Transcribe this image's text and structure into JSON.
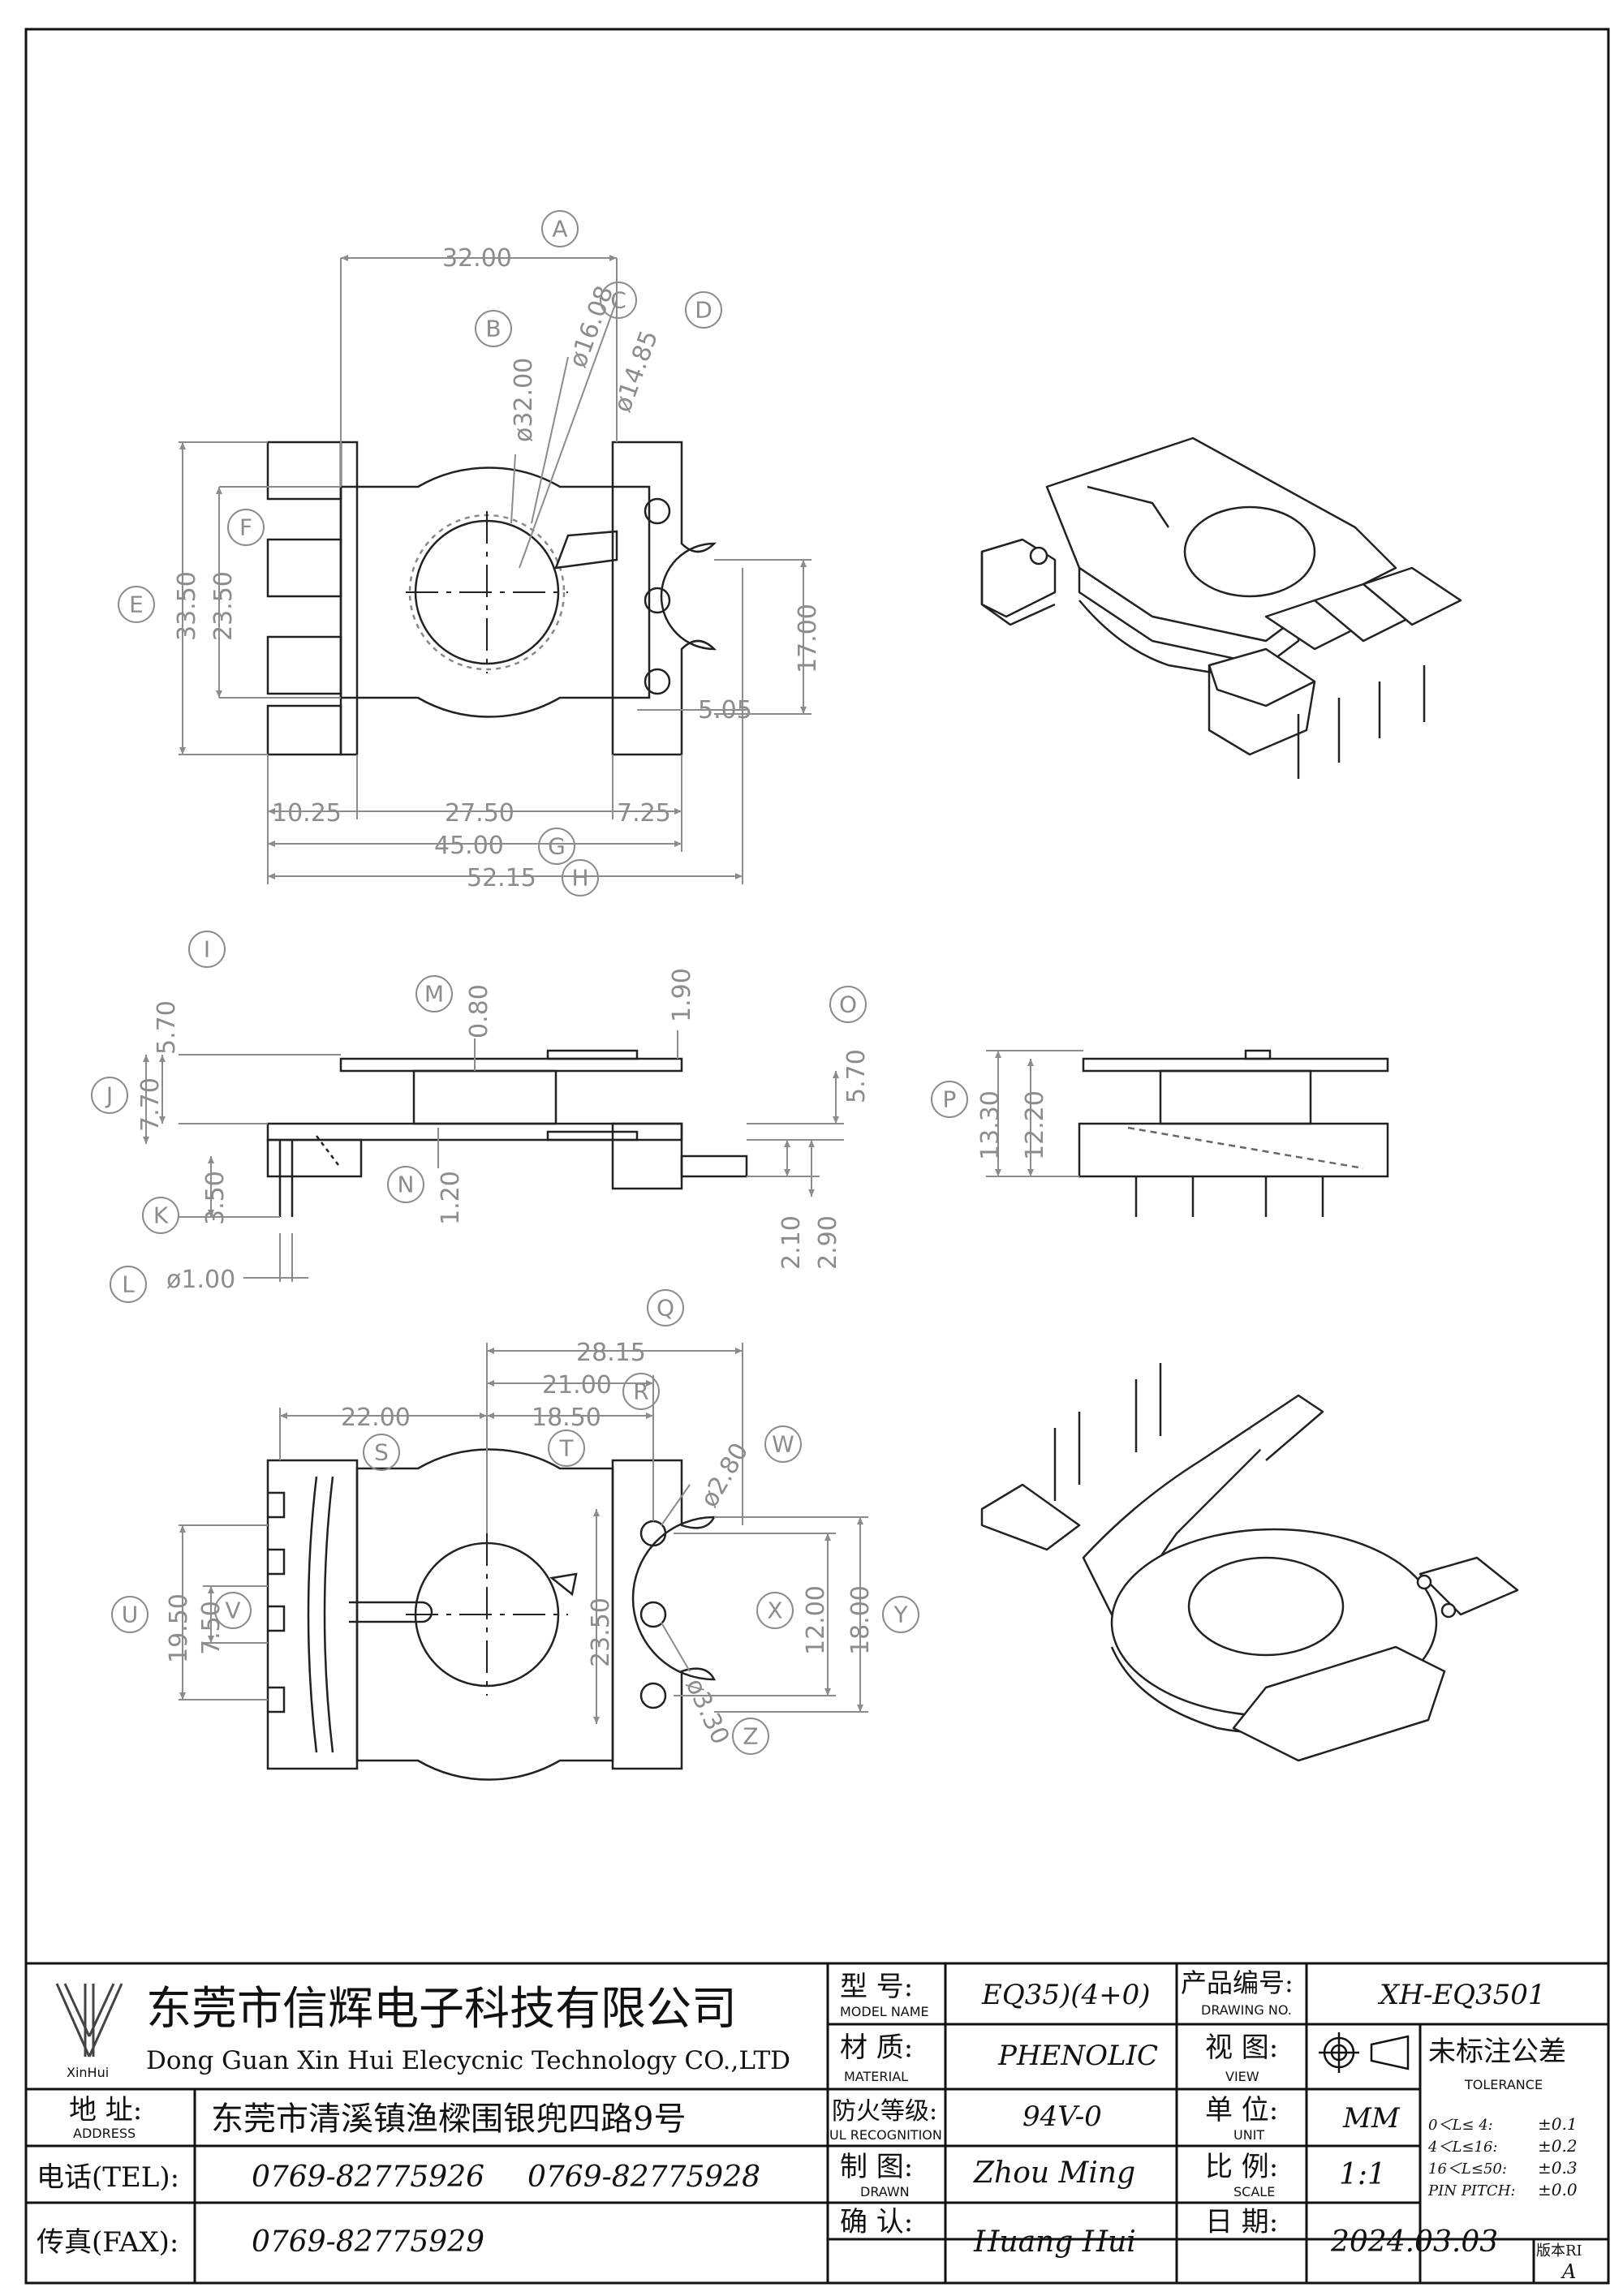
{
  "views": {
    "top": {
      "dims": {
        "d32": "32.00",
        "phi32": "ø32.00",
        "phi16": "ø16.08",
        "phi14": "ø14.85",
        "h33": "33.50",
        "h23": "23.50",
        "h17": "17.00",
        "w505": "5.05",
        "w1025": "10.25",
        "w2750": "27.50",
        "w725": "7.25",
        "w45": "45.00",
        "w5215": "52.15"
      },
      "bubbles": {
        "A": "A",
        "B": "B",
        "C": "C",
        "D": "D",
        "E": "E",
        "F": "F",
        "G": "G",
        "H": "H"
      }
    },
    "side": {
      "dims": {
        "h570a": "5.70",
        "h770": "7.70",
        "h080": "0.80",
        "h190": "1.90",
        "h570b": "5.70",
        "h120": "1.20",
        "h350": "3.50",
        "phi100": "ø1.00",
        "h210": "2.10",
        "h290": "2.90",
        "h1330": "13.30",
        "h1220": "12.20"
      },
      "bubbles": {
        "I": "I",
        "J": "J",
        "K": "K",
        "L": "L",
        "M": "M",
        "N": "N",
        "O": "O",
        "P": "P"
      }
    },
    "bottom": {
      "dims": {
        "w2815": "28.15",
        "w2100": "21.00",
        "w2200": "22.00",
        "w1850": "18.50",
        "phi280": "ø2.80",
        "phi330": "ø3.30",
        "h1950": "19.50",
        "h750": "7.50",
        "h2350": "23.50",
        "h1200": "12.00",
        "h1800": "18.00"
      },
      "bubbles": {
        "Q": "Q",
        "R": "R",
        "S": "S",
        "T": "T",
        "U": "U",
        "V": "V",
        "W": "W",
        "X": "X",
        "Y": "Y",
        "Z": "Z"
      }
    }
  },
  "title_block": {
    "logo_text": "XinHui",
    "company_cn": "东莞市信辉电子科技有限公司",
    "company_en": "Dong Guan Xin Hui Elecycnic Technology CO.,LTD",
    "address_label_cn": "地 址:",
    "address_label_en": "ADDRESS",
    "address": "东莞市清溪镇渔樑围银兜四路9号",
    "tel_label": "电话(TEL):",
    "tel1": "0769-82775926",
    "tel2": "0769-82775928",
    "fax_label": "传真(FAX):",
    "fax": "0769-82775929",
    "model_label_cn": "型 号:",
    "model_label_en": "MODEL NAME",
    "model": "EQ35)(4+0)",
    "material_label_cn": "材 质:",
    "material_label_en": "MATERIAL",
    "material": "PHENOLIC",
    "ul_label_cn": "防火等级:",
    "ul_label_en": "UL RECOGNITION",
    "ul": "94V-0",
    "drawn_label_cn": "制 图:",
    "drawn_label_en": "DRAWN",
    "drawn": "Zhou Ming",
    "check_label_cn": "确 认:",
    "check": "Huang Hui",
    "drawing_no_label_cn": "产品编号:",
    "drawing_no_label_en": "DRAWING NO.",
    "drawing_no": "XH-EQ3501",
    "view_label_cn": "视 图:",
    "view_label_en": "VIEW",
    "unit_label_cn": "单 位:",
    "unit_label_en": "UNIT",
    "unit": "MM",
    "scale_label_cn": "比 例:",
    "scale_label_en": "SCALE",
    "scale": "1:1",
    "date_label_cn": "日 期:",
    "date": "2024.03.03",
    "tolerance_label_cn": "未标注公差",
    "tolerance_label_en": "TOLERANCE",
    "tolerances": [
      {
        "range": "0＜L≤ 4:",
        "value": "±0.1"
      },
      {
        "range": "4＜L≤16:",
        "value": "±0.2"
      },
      {
        "range": "16＜L≤50:",
        "value": "±0.3"
      },
      {
        "range": "PIN PITCH:",
        "value": "±0.0"
      }
    ],
    "version_label": "版本RI",
    "version": "A"
  }
}
